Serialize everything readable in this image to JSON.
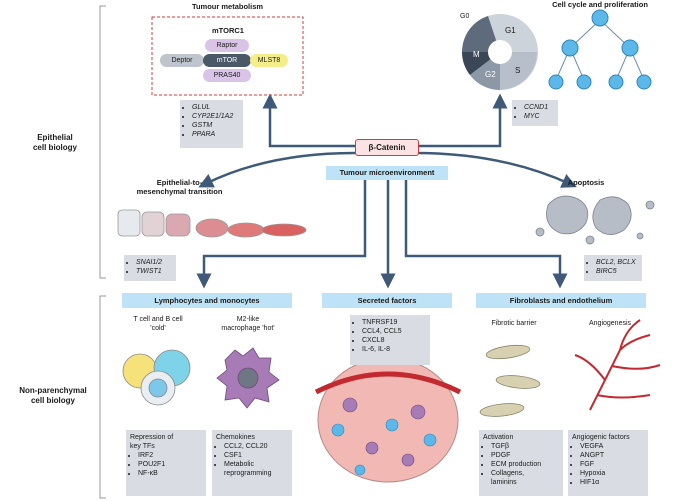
{
  "sections": {
    "epithelial": "Epithelial\ncell biology",
    "nonparenchymal": "Non-parenchymal\ncell biology"
  },
  "center": {
    "label": "β-Catenin",
    "microenv": "Tumour microenvironment"
  },
  "metabolism": {
    "title": "Tumour metabolism",
    "complex": "mTORC1",
    "proteins": [
      "Raptor",
      "Deptor",
      "mTOR",
      "MLST8",
      "PRAS40"
    ],
    "genes": [
      "GLUL",
      "CYP2E1/1A2",
      "GSTM",
      "PPARA"
    ]
  },
  "cellcycle": {
    "title": "Cell cycle and proliferation",
    "phases": [
      "G0",
      "G1",
      "M",
      "G2",
      "S"
    ],
    "genes": [
      "CCND1",
      "MYC"
    ]
  },
  "emt": {
    "title": "Epithelial-to-\nmesenchymal transition",
    "genes": [
      "SNAI1/2",
      "TWIST1"
    ]
  },
  "apoptosis": {
    "title": "Apoptosis",
    "genes": [
      "BCL2, BCLX",
      "BIRC5"
    ]
  },
  "lymph": {
    "title": "Lymphocytes and monocytes",
    "cold": "T cell and B cell\n'cold'",
    "hot": "M2-like\nmacrophage 'hot'",
    "box1_title": "Repression of\nkey TFs",
    "box1_items": [
      "IRF2",
      "POU2F1",
      "NF-κB"
    ],
    "box2_title": "Chemokines",
    "box2_items": [
      "CCL2, CCL20",
      "CSF1",
      "Metabolic\nreprogramming"
    ]
  },
  "secreted": {
    "title": "Secreted factors",
    "items": [
      "TNFRSF19",
      "CCL4, CCL5",
      "CXCL8",
      "IL-6, IL-8"
    ]
  },
  "fibro": {
    "title": "Fibroblasts and endothelium",
    "left": "Fibrotic barrier",
    "right": "Angiogenesis",
    "box1_title": "Activation",
    "box1_items": [
      "TGFβ",
      "PDGF",
      "ECM production",
      "Collagens,\nlaminins"
    ],
    "box2_title": "Angiogenic factors",
    "box2_items": [
      "VEGFA",
      "ANGPT",
      "FGF",
      "Hypoxia",
      "HIF1α"
    ]
  },
  "colors": {
    "accent": "#d63b3b",
    "arrow": "#3e5a78",
    "genebox": "#d9dde3",
    "bluebar": "#bfe3f6"
  }
}
